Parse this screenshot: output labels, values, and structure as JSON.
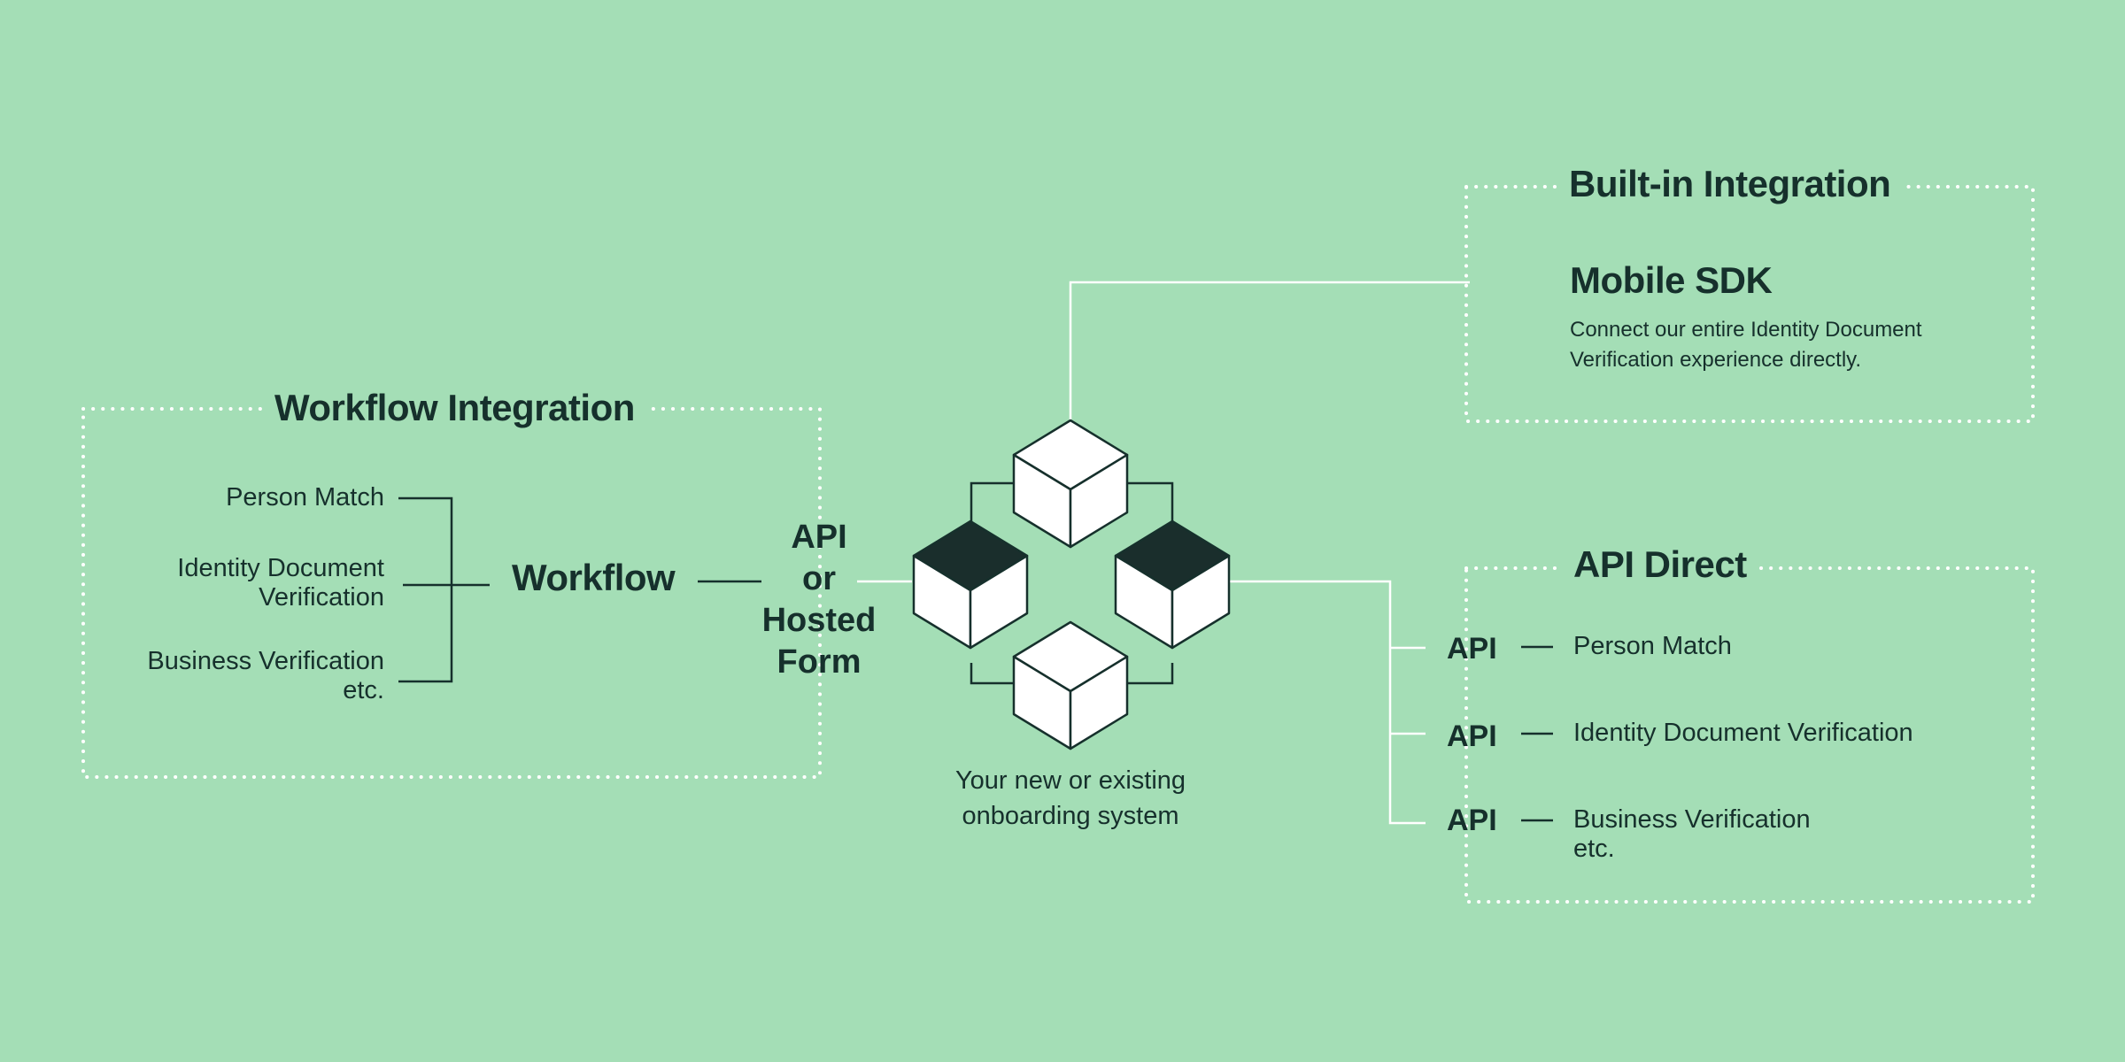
{
  "workflow_integration": {
    "title": "Workflow Integration",
    "items": [
      "Person Match",
      "Identity Document\nVerification",
      "Business Verification\netc."
    ],
    "workflow_label": "Workflow"
  },
  "center": {
    "connector_label": "API\nor\nHosted\nForm",
    "system_caption": "Your new or existing\nonboarding system"
  },
  "built_in_integration": {
    "title": "Built-in Integration",
    "product": "Mobile SDK",
    "description": "Connect our entire Identity Document Verification experience directly."
  },
  "api_direct": {
    "title": "API Direct",
    "rows": [
      {
        "api": "API",
        "label": "Person Match"
      },
      {
        "api": "API",
        "label": "Identity Document Verification"
      },
      {
        "api": "API",
        "label": "Business Verification\netc."
      }
    ]
  },
  "colors": {
    "background": "#a4deb6",
    "ink": "#16302c",
    "dotted_border": "#ffffff",
    "connector_line": "#ffffff",
    "cube_face": "#ffffff",
    "cube_dark_top": "#1a2e2c"
  }
}
